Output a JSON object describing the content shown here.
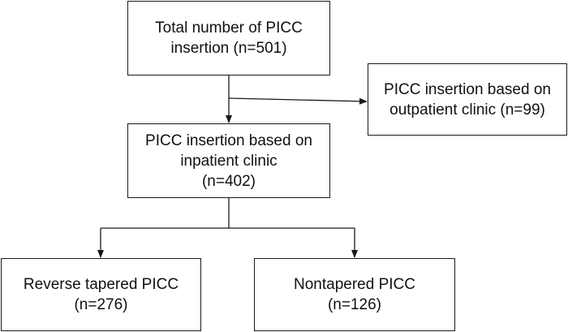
{
  "flowchart": {
    "total": {
      "line1": "Total number of PICC",
      "line2": "insertion (n=501)"
    },
    "outpatient": {
      "line1": "PICC insertion based on",
      "line2": "outpatient clinic (n=99)"
    },
    "inpatient": {
      "line1": "PICC insertion based on",
      "line2": "inpatient clinic",
      "line3": "(n=402)"
    },
    "reverse_tapered": {
      "line1": "Reverse tapered PICC",
      "line2": "(n=276)"
    },
    "nontapered": {
      "line1": "Nontapered PICC",
      "line2": "(n=126)"
    }
  }
}
